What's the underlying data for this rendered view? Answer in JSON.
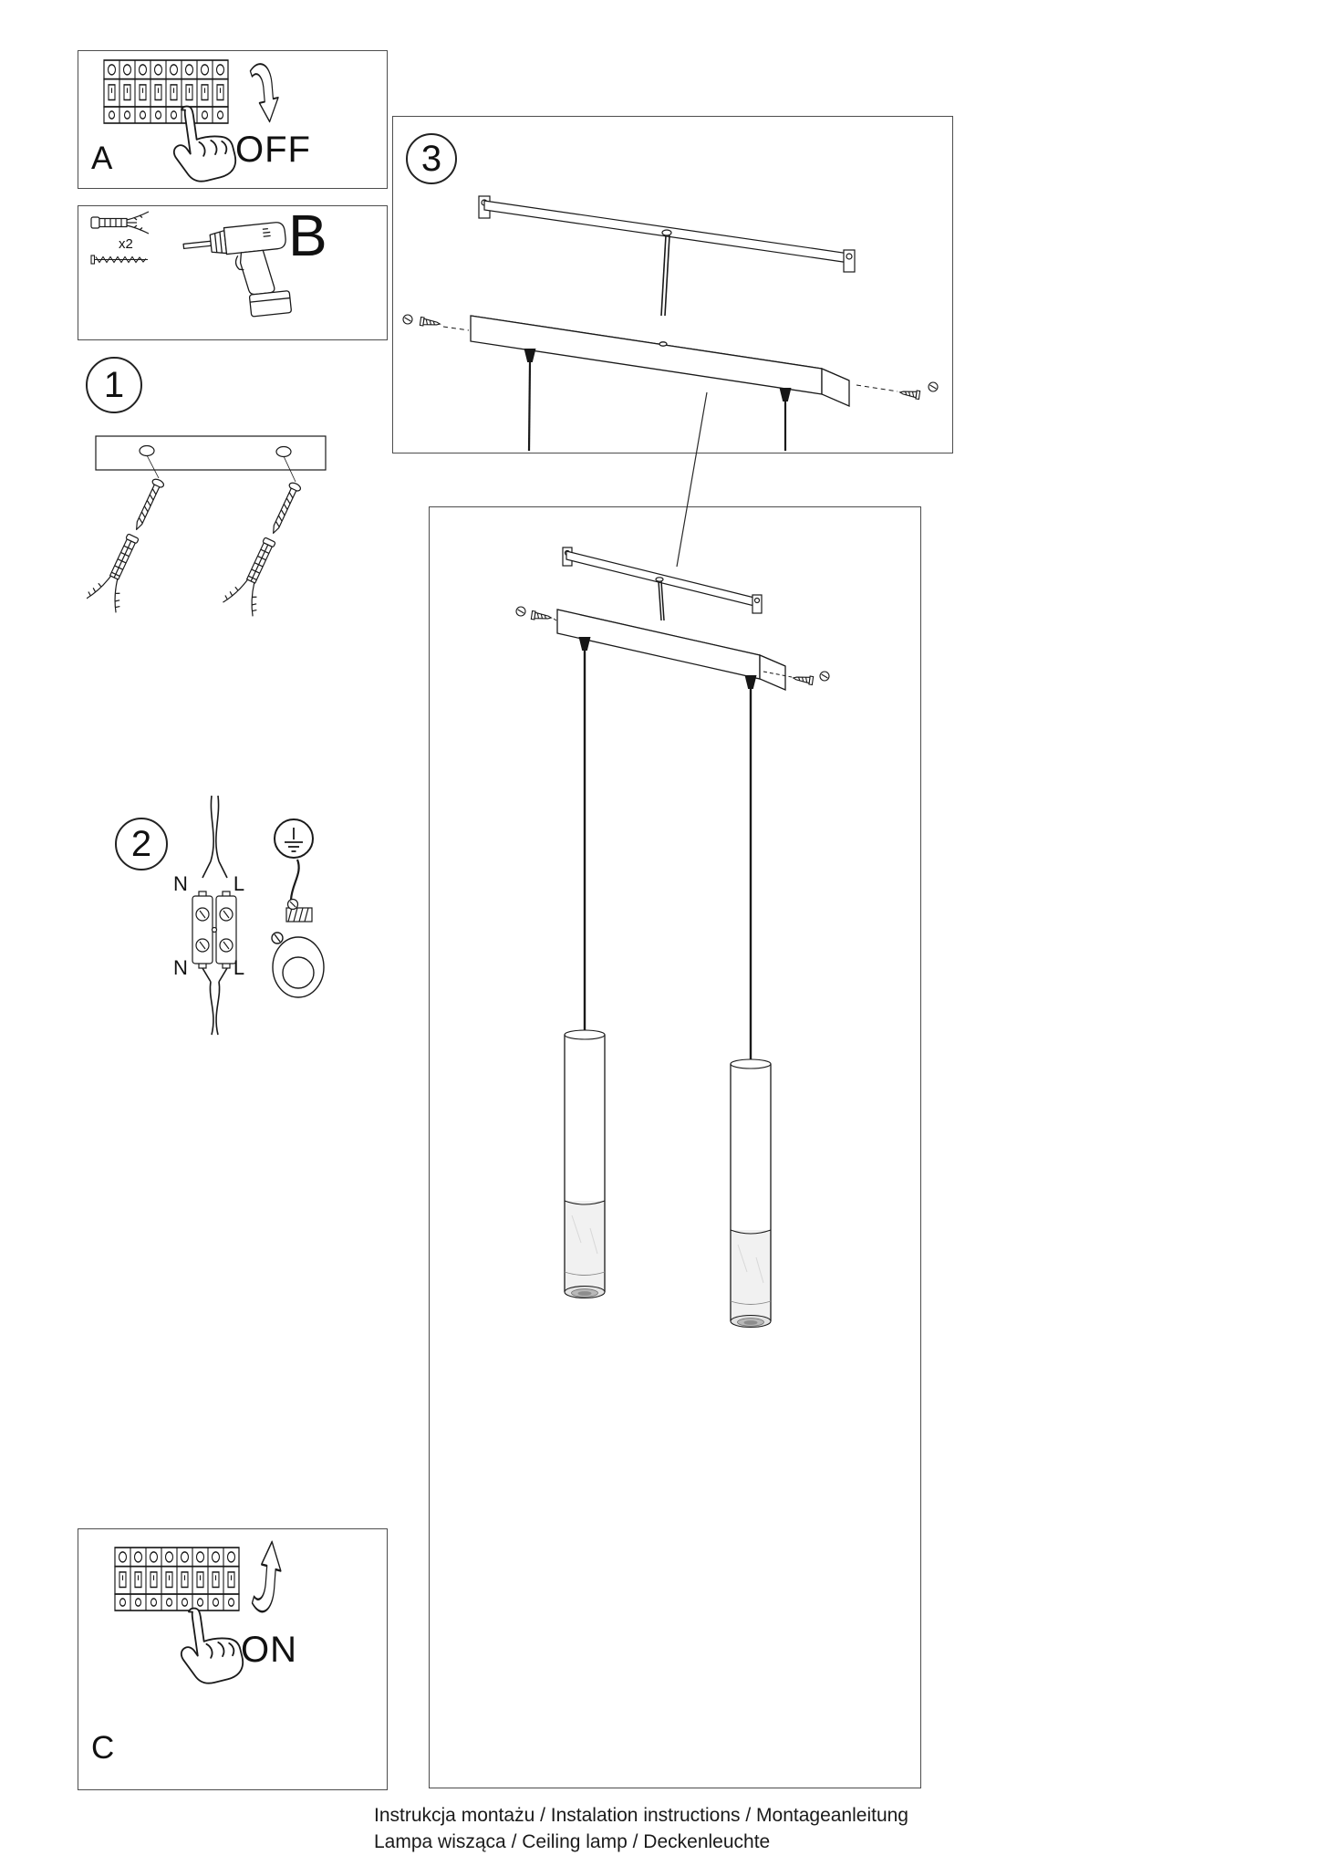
{
  "panel_a": {
    "label": "A",
    "state": "OFF"
  },
  "panel_b": {
    "label": "B",
    "quantity": "x2"
  },
  "panel_c": {
    "label": "C",
    "state": "ON"
  },
  "steps": {
    "step1": "1",
    "step2": "2",
    "step3": "3"
  },
  "wiring": {
    "n_top": "N",
    "l_top": "L",
    "n_bottom": "N",
    "l_bottom": "L"
  },
  "footer": {
    "line1": "Instrukcja montażu / Instalation instructions / Montageanleitung",
    "line2": "Lampa wisząca / Ceiling lamp / Deckenleuchte"
  }
}
